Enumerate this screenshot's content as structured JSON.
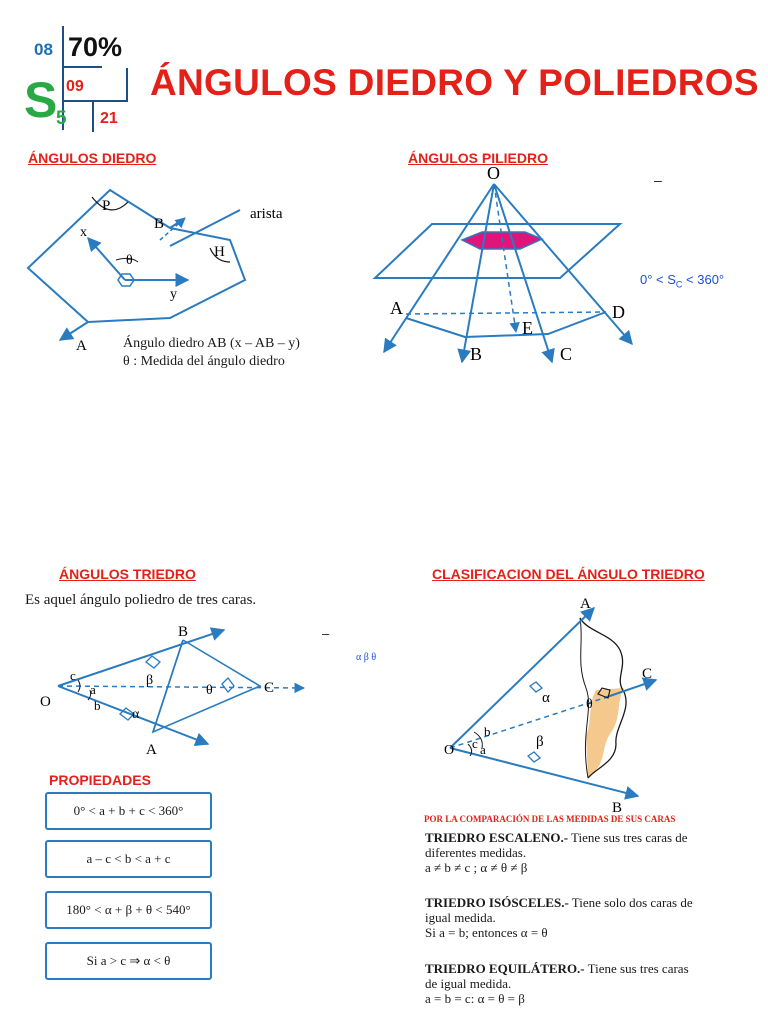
{
  "logo": {
    "num_tl": "08",
    "num_pct": "70%",
    "num_mid": "09",
    "letter": "S",
    "sub": "5",
    "num_br": "21",
    "colors": {
      "blue": "#1d6fb8",
      "red": "#e32119",
      "green": "#2aa845",
      "black": "#111111"
    }
  },
  "title": "ÁNGULOS DIEDRO Y POLIEDROS",
  "sections": {
    "diedro": {
      "heading": "ÁNGULOS DIEDRO",
      "labels": {
        "P": "P",
        "B": "B",
        "arista": "arista",
        "x": "x",
        "theta": "θ",
        "H": "H",
        "y": "y",
        "A": "A"
      },
      "caption1": "Ángulo diedro AB (x – AB – y)",
      "caption2": "θ : Medida del ángulo diedro"
    },
    "poliedro": {
      "heading": "ÁNGULOS PILIEDRO",
      "labels": {
        "O": "O",
        "A": "A",
        "B": "B",
        "C": "C",
        "D": "D",
        "E": "E"
      },
      "dash": "–",
      "formula": "0° < S",
      "formula_sub": "C",
      "formula_end": " < 360°"
    },
    "triedro": {
      "heading": "ÁNGULOS TRIEDRO",
      "description": "Es aquel ángulo poliedro de tres caras.",
      "labels": {
        "B": "B",
        "beta": "β",
        "c": "c",
        "a": "a",
        "b": "b",
        "O": "O",
        "theta": "θ",
        "C": "C",
        "alpha": "α",
        "A": "A"
      },
      "dash": "–",
      "greek": "α  β   θ"
    },
    "propiedades": {
      "heading": "PROPIEDADES",
      "items": [
        "0° < a + b + c < 360°",
        "a – c < b < a + c",
        "180° < α + β + θ < 540°",
        "Si a > c ⇒ α < θ"
      ]
    },
    "clasificacion": {
      "heading": "CLASIFICACION DEL ÁNGULO TRIEDRO",
      "labels": {
        "A": "A",
        "C": "C",
        "alpha": "α",
        "theta": "θ",
        "b": "b",
        "O": "O",
        "c": "c",
        "a": "a",
        "beta": "β",
        "B": "B"
      },
      "subheading": "POR LA COMPARACIÓN DE LAS MEDIDAS DE SUS CARAS",
      "types": [
        {
          "name": "TRIEDRO ESCALENO.-",
          "desc1": " Tiene sus tres caras de",
          "desc2": "diferentes medidas.",
          "desc3": "a ≠ b ≠ c ; α ≠ θ ≠ β"
        },
        {
          "name": "TRIEDRO ISÓSCELES.-",
          "desc1": " Tiene solo dos caras de",
          "desc2": "igual medida.",
          "desc3": "Si a = b; entonces α = θ"
        },
        {
          "name": "TRIEDRO EQUILÁTERO.-",
          "desc1": " Tiene sus tres caras",
          "desc2": "de igual medida.",
          "desc3": "a = b = c: α = θ = β"
        }
      ]
    }
  }
}
